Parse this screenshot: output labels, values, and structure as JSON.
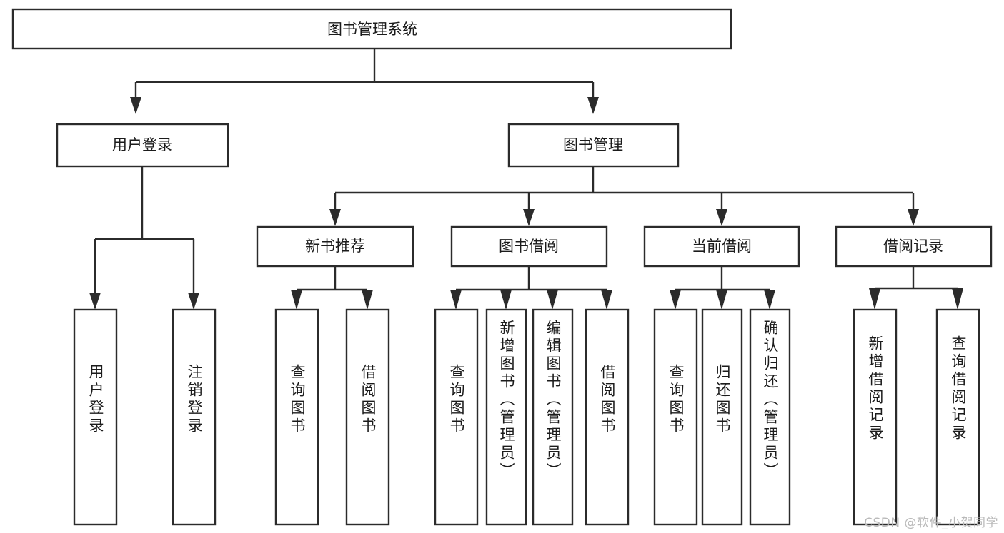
{
  "diagram": {
    "title": "图书管理系统",
    "type": "tree",
    "root": {
      "id": "root",
      "label": "图书管理系统",
      "orientation": "horizontal"
    },
    "level2": [
      {
        "id": "user-login",
        "label": "用户登录",
        "orientation": "horizontal"
      },
      {
        "id": "book-management",
        "label": "图书管理",
        "orientation": "horizontal"
      }
    ],
    "level3": [
      {
        "id": "new-book-recommend",
        "label": "新书推荐",
        "orientation": "horizontal",
        "parent": "book-management"
      },
      {
        "id": "book-borrow",
        "label": "图书借阅",
        "orientation": "horizontal",
        "parent": "book-management"
      },
      {
        "id": "current-borrow",
        "label": "当前借阅",
        "orientation": "horizontal",
        "parent": "book-management"
      },
      {
        "id": "borrow-records",
        "label": "借阅记录",
        "orientation": "horizontal",
        "parent": "book-management"
      }
    ],
    "leaves": [
      {
        "id": "leaf-user-login",
        "label": "用户登录",
        "orientation": "vertical",
        "parent": "user-login",
        "align": "bottom"
      },
      {
        "id": "leaf-logout",
        "label": "注销登录",
        "orientation": "vertical",
        "parent": "user-login",
        "align": "bottom"
      },
      {
        "id": "leaf-query-book-1",
        "label": "查询图书",
        "orientation": "vertical",
        "parent": "new-book-recommend",
        "align": "bottom"
      },
      {
        "id": "leaf-borrow-book-1",
        "label": "借阅图书",
        "orientation": "vertical",
        "parent": "new-book-recommend",
        "align": "bottom"
      },
      {
        "id": "leaf-query-book-2",
        "label": "查询图书",
        "orientation": "vertical",
        "parent": "book-borrow",
        "align": "bottom"
      },
      {
        "id": "leaf-add-book-admin",
        "label": "新增图书（管理员）",
        "orientation": "vertical",
        "parent": "book-borrow",
        "align": "top"
      },
      {
        "id": "leaf-edit-book-admin",
        "label": "编辑图书（管理员）",
        "orientation": "vertical",
        "parent": "book-borrow",
        "align": "top"
      },
      {
        "id": "leaf-borrow-book-2",
        "label": "借阅图书",
        "orientation": "vertical",
        "parent": "book-borrow",
        "align": "bottom"
      },
      {
        "id": "leaf-query-book-3",
        "label": "查询图书",
        "orientation": "vertical",
        "parent": "current-borrow",
        "align": "bottom"
      },
      {
        "id": "leaf-return-book",
        "label": "归还图书",
        "orientation": "vertical",
        "parent": "current-borrow",
        "align": "bottom"
      },
      {
        "id": "leaf-confirm-return-admin",
        "label": "确认归还（管理员）",
        "orientation": "vertical",
        "parent": "current-borrow",
        "align": "top"
      },
      {
        "id": "leaf-add-borrow-record",
        "label": "新增借阅记录",
        "orientation": "vertical",
        "parent": "borrow-records",
        "align": "bottom"
      },
      {
        "id": "leaf-query-borrow-record",
        "label": "查询借阅记录",
        "orientation": "vertical",
        "parent": "borrow-records",
        "align": "bottom"
      }
    ]
  },
  "colors": {
    "background": "#ffffff",
    "box_fill": "#ffffff",
    "box_stroke": "#2b2b2b",
    "text": "#1b1b1b",
    "watermark": "#b9b9b9"
  },
  "watermark": {
    "text": "CSDN @软件_小贺同学"
  }
}
